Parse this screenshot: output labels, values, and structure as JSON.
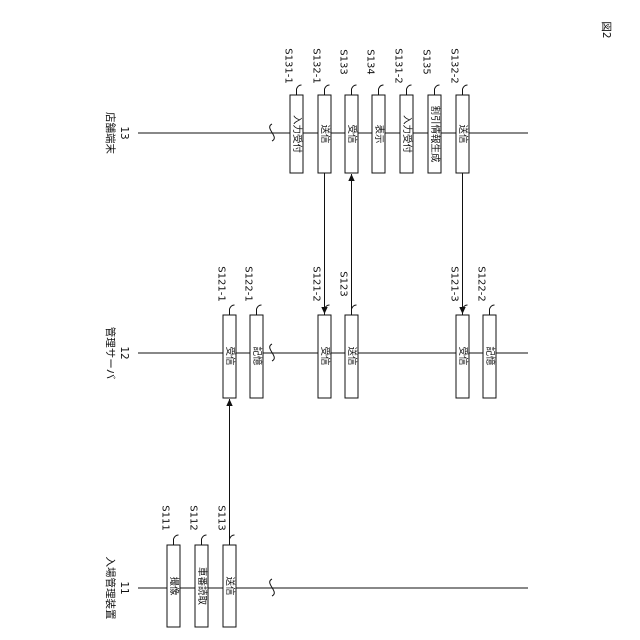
{
  "figure_label": "図2",
  "entities": [
    {
      "name": "入場管理装置",
      "number": "11"
    },
    {
      "name": "管理サーバ",
      "number": "12"
    },
    {
      "name": "店舗端末",
      "number": "13"
    }
  ],
  "steps": {
    "s111": {
      "id": "S111",
      "label": "撮像"
    },
    "s112": {
      "id": "S112",
      "label": "車番読取"
    },
    "s113": {
      "id": "S113",
      "label": "送信"
    },
    "s121_1": {
      "id": "S121-1",
      "label": "受信"
    },
    "s122_1": {
      "id": "S122-1",
      "label": "記憶"
    },
    "s121_2": {
      "id": "S121-2",
      "label": "受信"
    },
    "s123": {
      "id": "S123",
      "label": "送信"
    },
    "s121_3": {
      "id": "S121-3",
      "label": "受信"
    },
    "s122_2": {
      "id": "S122-2",
      "label": "記憶"
    },
    "s131_1": {
      "id": "S131-1",
      "label": "入力受付"
    },
    "s132_1": {
      "id": "S132-1",
      "label": "送信"
    },
    "s133": {
      "id": "S133",
      "label": "受信"
    },
    "s134": {
      "id": "S134",
      "label": "表示"
    },
    "s131_2": {
      "id": "S131-2",
      "label": "入力受付"
    },
    "s135": {
      "id": "S135",
      "label": "割引情報生成"
    },
    "s132_2": {
      "id": "S132-2",
      "label": "送信"
    }
  }
}
